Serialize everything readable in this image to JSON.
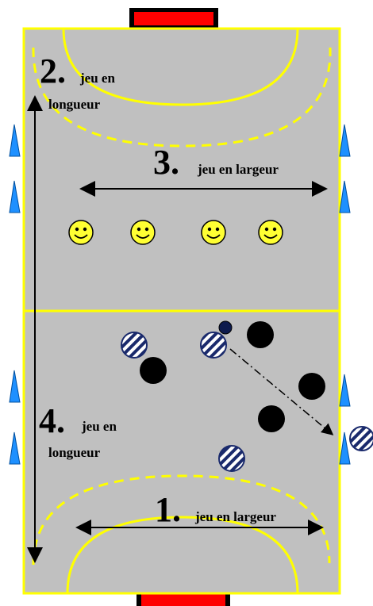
{
  "colors": {
    "court": "#c0c0c0",
    "lines": "#ffff00",
    "goal_red": "#ff0000",
    "cone": "#1e90ff",
    "smiley": "#ffff33",
    "defender": "#000000",
    "attacker_stripe": "#1a2a6c",
    "ball": "#0d1a4d",
    "arrow": "#000000"
  },
  "labels": {
    "top_left_num": "2.",
    "top_left_text_1": "jeu en",
    "top_left_text_2": "longueur",
    "top_center_num": "3.",
    "top_center_text": "jeu en largeur",
    "bottom_left_num": "4.",
    "bottom_left_text_1": "jeu en",
    "bottom_left_text_2": "longueur",
    "bottom_center_num": "1.",
    "bottom_center_text": "jeu en largeur"
  },
  "icons": {
    "smiley": "smiley-face-icon",
    "cone": "cone-icon",
    "defender": "defender-disc-icon",
    "attacker": "striped-attacker-icon",
    "ball": "ball-icon"
  }
}
